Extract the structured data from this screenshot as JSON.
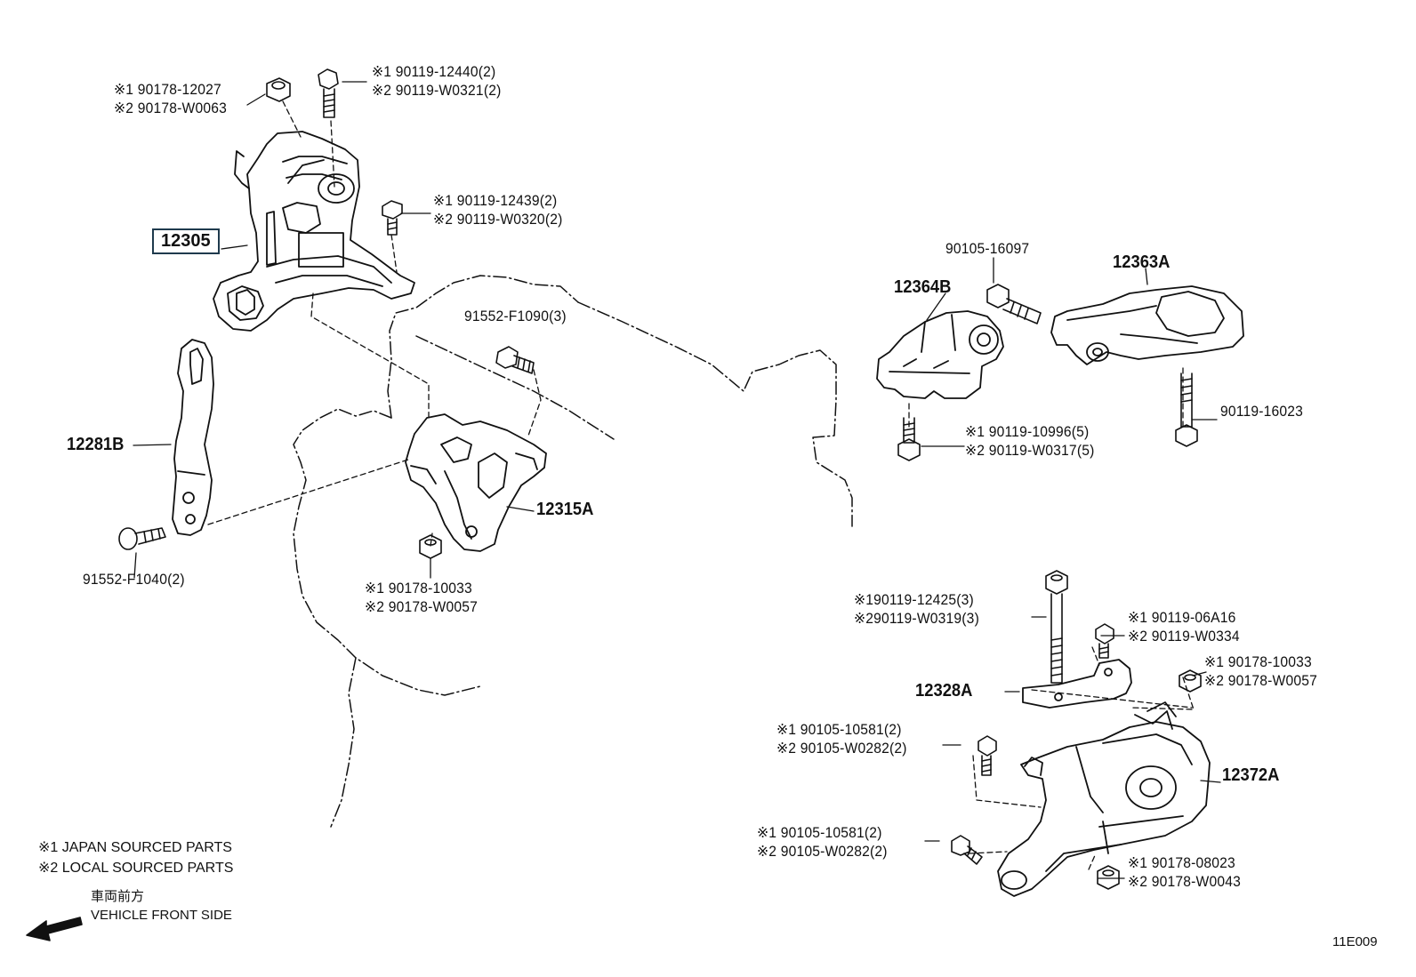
{
  "callouts": {
    "p12305": "12305",
    "p12281B": "12281B",
    "p12315A": "12315A",
    "p12364B": "12364B",
    "p12363A": "12363A",
    "p12328A": "12328A",
    "p12372A": "12372A",
    "b90105_16097": "90105-16097",
    "b91552_F1090": "91552-F1090(3)",
    "b91552_F1040": "91552-F1040(2)",
    "b90119_16023": "90119-16023",
    "n90178_12027": [
      "※1 90178-12027",
      "※2 90178-W0063"
    ],
    "b90119_12440": [
      "※1 90119-12440(2)",
      "※2 90119-W0321(2)"
    ],
    "b90119_12439": [
      "※1 90119-12439(2)",
      "※2 90119-W0320(2)"
    ],
    "n90178_10033a": [
      "※1 90178-10033",
      "※2 90178-W0057"
    ],
    "b90119_10996": [
      "※1 90119-10996(5)",
      "※2 90119-W0317(5)"
    ],
    "b90119_12425": [
      "※190119-12425(3)",
      "※290119-W0319(3)"
    ],
    "b90119_06A16": [
      "※1 90119-06A16",
      "※2 90119-W0334"
    ],
    "n90178_10033b": [
      "※1 90178-10033",
      "※2 90178-W0057"
    ],
    "b90105_10581a": [
      "※1 90105-10581(2)",
      "※2 90105-W0282(2)"
    ],
    "b90105_10581b": [
      "※1 90105-10581(2)",
      "※2 90105-W0282(2)"
    ],
    "n90178_08023": [
      "※1 90178-08023",
      "※2 90178-W0043"
    ]
  },
  "legend": {
    "line1": "※1 JAPAN SOURCED PARTS",
    "line2": "※2 LOCAL SOURCED PARTS"
  },
  "direction": {
    "jp": "車両前方",
    "en": "VEHICLE FRONT SIDE",
    "icon": "arrow-left-icon"
  },
  "figure_code": "11E009",
  "colors": {
    "line": "#111111",
    "highlight_border": "#1f3a4d"
  }
}
